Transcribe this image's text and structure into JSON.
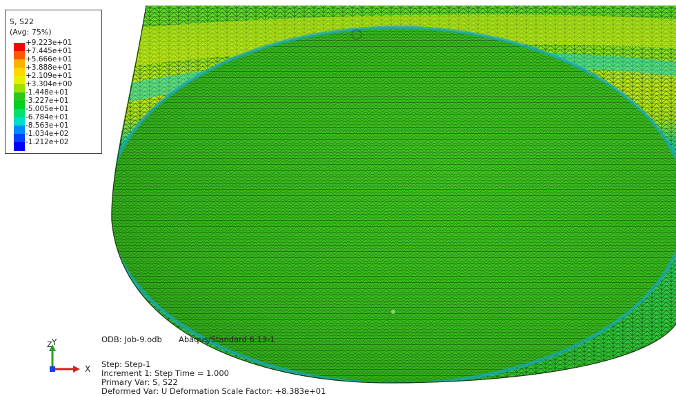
{
  "legend": {
    "title": "S, S22",
    "subtitle": "(Avg: 75%)",
    "labels": [
      "+9.223e+01",
      "+7.445e+01",
      "+5.666e+01",
      "+3.888e+01",
      "+2.109e+01",
      "+3.304e+00",
      "-1.448e+01",
      "-3.227e+01",
      "-5.005e+01",
      "-6.784e+01",
      "-8.563e+01",
      "-1.034e+02",
      "-1.212e+02"
    ],
    "colors": [
      "#ff0000",
      "#ff5a00",
      "#ffb100",
      "#ffd800",
      "#e7f000",
      "#9ee000",
      "#2cc820",
      "#00d020",
      "#00e070",
      "#00e0c8",
      "#0089ff",
      "#0040ff",
      "#0000ff"
    ]
  },
  "axis": {
    "z_label": "Z",
    "y_label": "Y",
    "x_label": "X"
  },
  "info": {
    "odb": "ODB: Job-9.odb",
    "solver": "Abaqus/Standard 6.13-1",
    "step": "Step: Step-1",
    "increment": "Increment      1: Step Time =     1.000",
    "primary_var": "Primary Var: S, S22",
    "deformed_var": "Deformed Var: U   Deformation Scale Factor: +8.383e+01"
  }
}
